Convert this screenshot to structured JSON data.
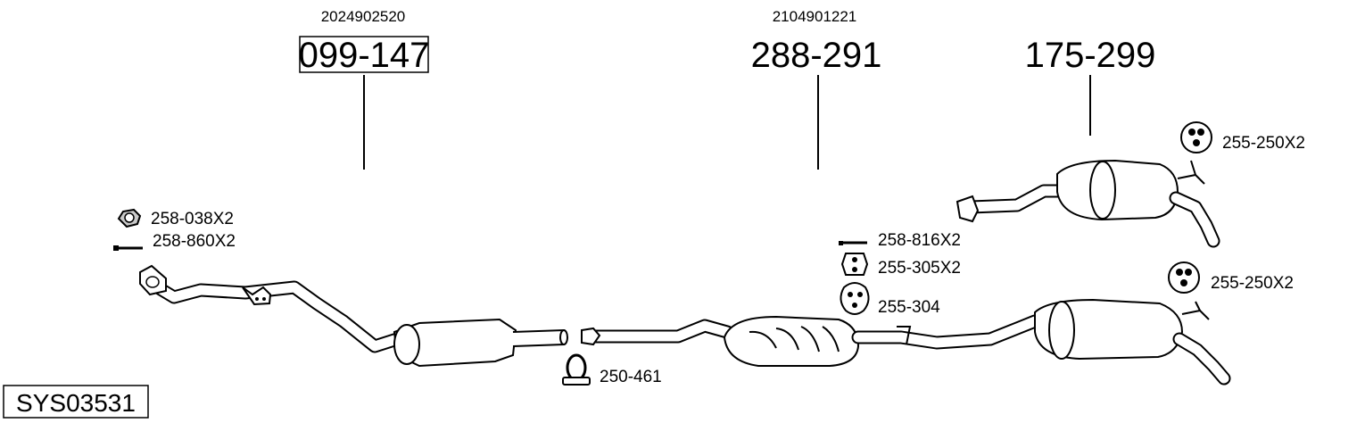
{
  "ref_numbers": {
    "front": "2024902520",
    "middle": "2104901221"
  },
  "part_numbers": {
    "front_pipe": "099-147",
    "center_silencer": "288-291",
    "rear_silencer_upper": "175-299"
  },
  "accessories": {
    "nut": "258-038X2",
    "bolt_front": "258-860X2",
    "bolt_mid": "258-816X2",
    "rubber_mount_mid": "255-305X2",
    "hanger_mid": "255-304",
    "clamp": "250-461",
    "rubber_mount_upper": "255-250X2",
    "rubber_mount_lower": "255-250X2"
  },
  "system_code": "SYS03531",
  "colors": {
    "line": "#000000",
    "fill": "#ffffff",
    "shade": "#c9c9c9"
  }
}
